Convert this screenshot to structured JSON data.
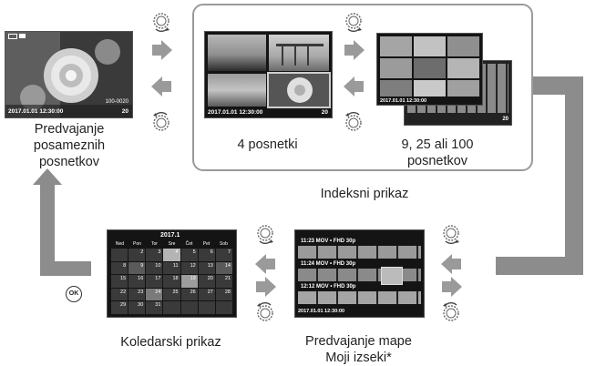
{
  "labels": {
    "single_line1": "Predvajanje",
    "single_line2": "posameznih",
    "single_line3": "posnetkov",
    "four": "4 posnetki",
    "multi_line1": "9, 25 ali 100",
    "multi_line2": "posnetkov",
    "index": "Indeksni prikaz",
    "calendar": "Koledarski prikaz",
    "myclips_line1": "Predvajanje mape",
    "myclips_line2": "Moji izseki*"
  },
  "ok_button": "OK",
  "screen_single": {
    "datetime": "2017.01.01 12:30:00",
    "number": "100-0020",
    "count": "20"
  },
  "screen_four": {
    "datetime": "2017.01.01 12:30:00",
    "count": "20"
  },
  "screen_multi": {
    "datetime": "2017.01.01 12:30:00",
    "count": "20"
  },
  "screen_calendar": {
    "month": "2017.1",
    "weekdays": [
      "Ned",
      "Pon",
      "Tor",
      "Sre",
      "Čet",
      "Pet",
      "Sob"
    ],
    "row1": [
      "",
      "2",
      "3",
      "4",
      "5",
      "6",
      "7"
    ],
    "row2": [
      "8",
      "9",
      "10",
      "11",
      "12",
      "13",
      "14"
    ],
    "row3": [
      "15",
      "16",
      "17",
      "18",
      "19",
      "20",
      "21"
    ],
    "row4": [
      "22",
      "23",
      "24",
      "25",
      "26",
      "27",
      "28"
    ],
    "row5": [
      "29",
      "30",
      "31",
      "",
      "",
      "",
      ""
    ]
  },
  "screen_myclips": {
    "clip1": "11:23 MOV • FHD 30p",
    "clip2": "11:24 MOV • FHD 30p",
    "clip3": "12:12 MOV • FHD 30p",
    "datetime": "2017.01.01 12:30:00"
  },
  "colors": {
    "connector": "#8c8c8c",
    "arrow": "#9a9a9a",
    "frame": "#9a9a9a"
  }
}
